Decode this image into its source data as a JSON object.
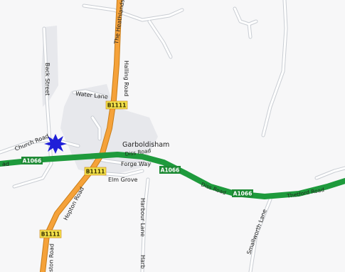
{
  "colors": {
    "background": "#f7f7f8",
    "minor_road_casing": "#c9cdd3",
    "minor_road_fill": "#ffffff",
    "a_road": "#1e9a3c",
    "b_road": "#f5a23a",
    "b_road_casing": "#c97d18",
    "a_shield_bg": "#1e8a35",
    "a_shield_text": "#ffffff",
    "b_shield_bg": "#f2e14a",
    "b_shield_text": "#3a3000",
    "marker": "#1f1fd8",
    "built_up": "#e7e8ec"
  },
  "place": {
    "name": "Garboldisham"
  },
  "marker": {
    "icon": "star-burst-icon"
  },
  "roads": {
    "the_heathlands": "The Heathlands",
    "back_street": "Back Street",
    "halling_road": "Halling Road",
    "water_lane": "Water Lane",
    "church_road": "Church Road",
    "church_road_stub": "ad",
    "diss_road_1": "Diss Road",
    "diss_road_2": "Diss Road",
    "forge_way": "Forge Way",
    "elm_grove": "Elm Grove",
    "hopton_road": "Hopton Road",
    "hopton_road_bottom": "ston Road",
    "harbour_lane": "Harbour Lane",
    "harbour_lane_bottom": "Harb",
    "smallworth_lane": "Smallworth Lane",
    "thetford_road": "Thetford Road"
  },
  "shields": {
    "b1111_top": "B1111",
    "b1111_mid": "B1111",
    "b1111_bottom": "B1111",
    "a1066_left": "A1066",
    "a1066_mid": "A1066",
    "a1066_right": "A1066"
  }
}
